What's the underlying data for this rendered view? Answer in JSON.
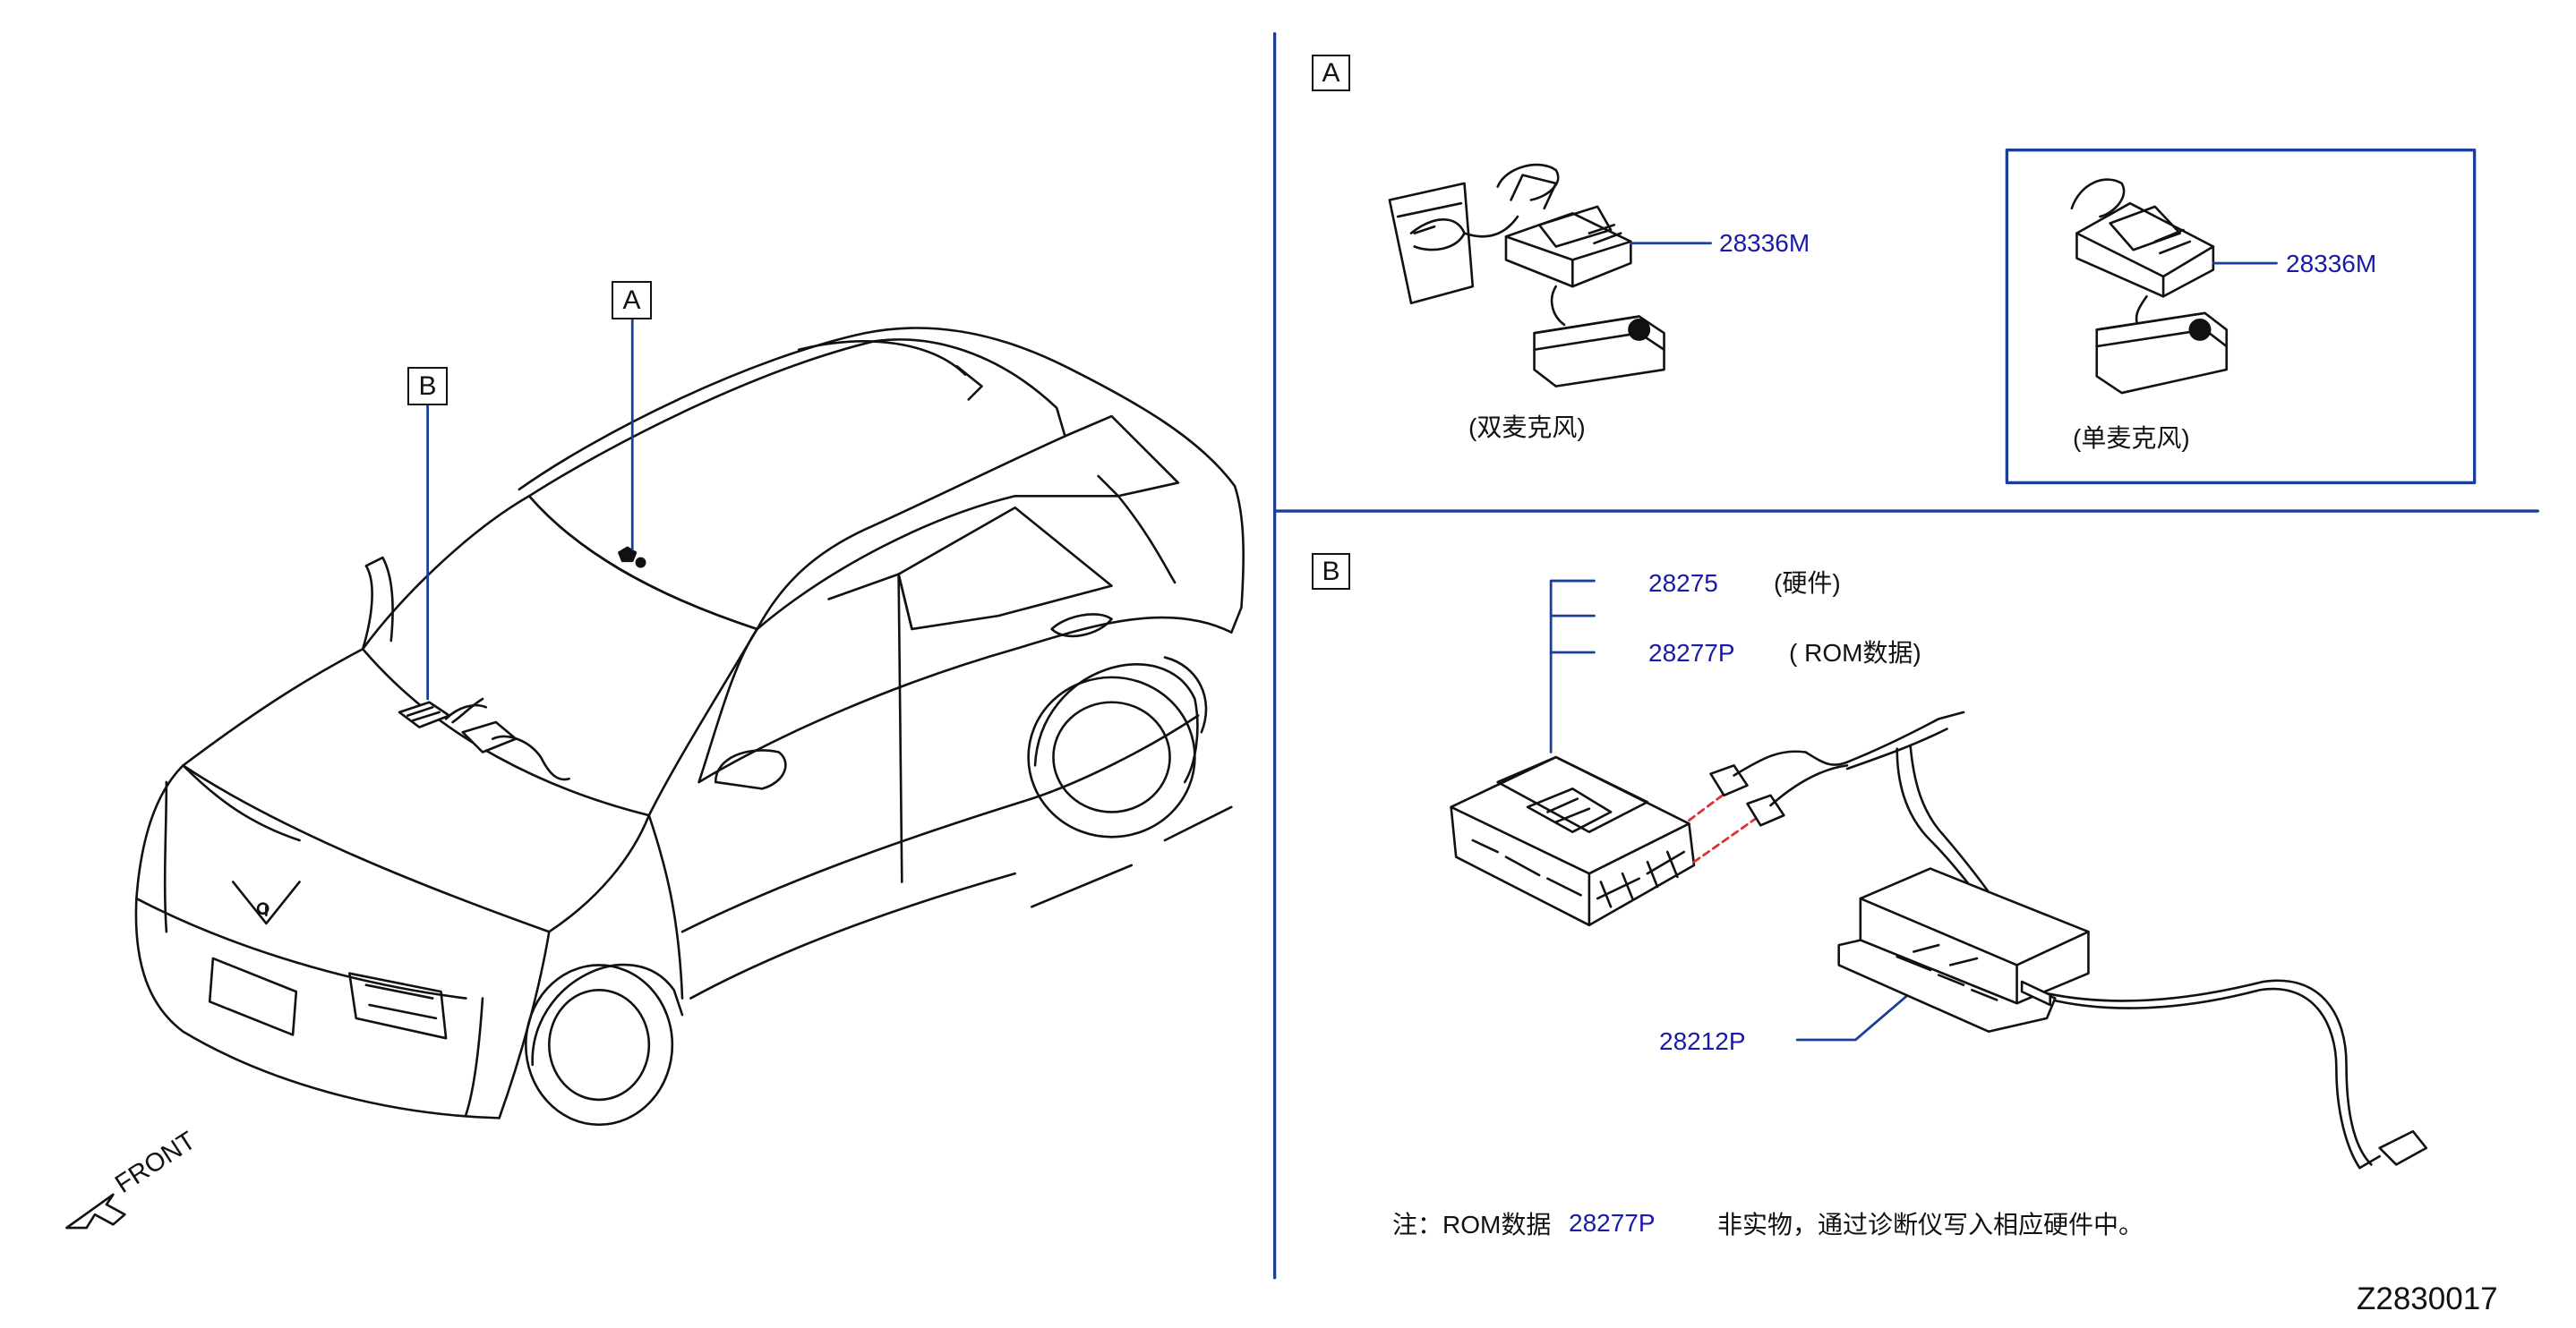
{
  "callouts": {
    "a": "A",
    "b": "B"
  },
  "section_a": {
    "label": "A",
    "dual_part": "28336M",
    "dual_caption": "(双麦克风)",
    "single_part": "28336M",
    "single_caption": "(单麦克风)"
  },
  "section_b": {
    "label": "B",
    "hw_part": "28275",
    "hw_caption": "(硬件)",
    "rom_part": "28277P",
    "rom_caption": "( ROM数据)",
    "tcu_part": "28212P"
  },
  "note": {
    "prefix": "注：ROM数据",
    "part": "28277P",
    "suffix": "非实物，通过诊断仪写入相应硬件中。"
  },
  "front_label": "FRONT",
  "diagram_id": "Z2830017",
  "colors": {
    "leader": "#1a3f99",
    "part_number": "#1a1aa8",
    "dashed": "#e03030"
  }
}
